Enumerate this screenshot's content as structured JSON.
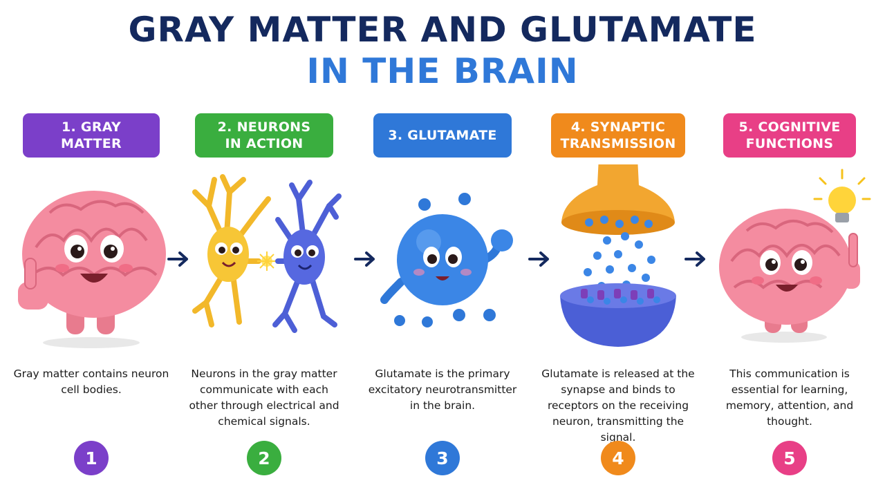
{
  "title": {
    "line1": "GRAY MATTER AND GLUTAMATE",
    "line2": "IN THE BRAIN",
    "line1_color": "#14295e",
    "line2_color": "#2f78d8"
  },
  "steps": [
    {
      "label": "1. GRAY MATTER",
      "color": "#7b3fc9",
      "description": "Gray matter contains neuron cell bodies.",
      "number": "1",
      "illustration": "smiling-brain-thumbs-up"
    },
    {
      "label": "2. NEURONS\nIN ACTION",
      "color": "#3aae3f",
      "description": "Neurons in the gray matter communicate with each other through electrical and chemical signals.",
      "number": "2",
      "illustration": "two-neurons-connecting"
    },
    {
      "label": "3. GLUTAMATE",
      "color": "#2f78d8",
      "description": "Glutamate is the primary excitatory neurotransmitter in the brain.",
      "number": "3",
      "illustration": "glutamate-molecule"
    },
    {
      "label": "4. SYNAPTIC\nTRANSMISSION",
      "color": "#f08a1c",
      "description": "Glutamate is released at the synapse and binds to receptors on the receiving neuron, transmitting the signal.",
      "number": "4",
      "illustration": "synapse"
    },
    {
      "label": "5. COGNITIVE\nFUNCTIONS",
      "color": "#e83f86",
      "description": "This communication is essential for learning, memory, attention, and thought.",
      "number": "5",
      "illustration": "brain-with-lightbulb"
    }
  ],
  "arrow_icon": "arrow-right-icon",
  "arrow_color": "#14295e"
}
